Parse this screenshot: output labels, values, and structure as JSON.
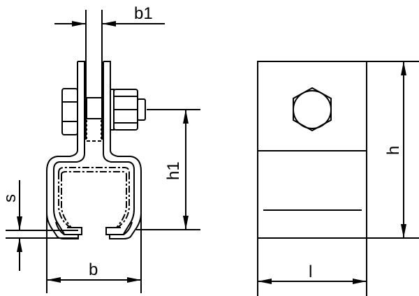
{
  "diagram": {
    "title": "Trolley clamp / rail hanger dimension drawing",
    "colors": {
      "line": "#000000",
      "background": "#ffffff"
    },
    "views": [
      {
        "name": "front-view",
        "description": "Cross-section of C-rail with bolted hanger plates"
      },
      {
        "name": "side-view",
        "description": "Side view of clamp block with hex bolt head"
      }
    ],
    "dimensions": {
      "b1": "b1",
      "h1": "h1",
      "s": "s",
      "b": "b",
      "h": "h",
      "l": "l"
    }
  }
}
